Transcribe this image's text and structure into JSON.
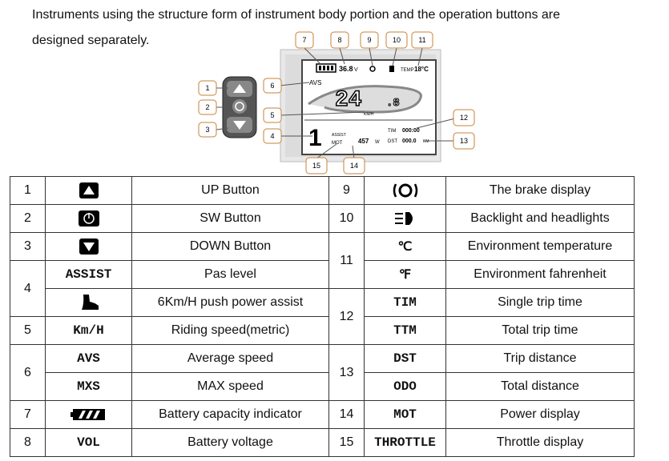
{
  "intro": {
    "line1": "Instruments using the structure form of instrument body portion and the operation buttons are",
    "line2": "designed separately."
  },
  "diagram": {
    "callouts": [
      "1",
      "2",
      "3",
      "4",
      "5",
      "6",
      "7",
      "8",
      "9",
      "10",
      "11",
      "12",
      "13",
      "14",
      "15"
    ],
    "lcd": {
      "battery_voltage": "36.8",
      "voltage_unit": "V",
      "temp_label": "TEMP",
      "temp_value": "18°C",
      "assist_label": "AVS",
      "speed": "24",
      "speed_decimal": ".8",
      "speed_unit": "KM/H",
      "pas_level": "1",
      "assist_small": "ASSIST",
      "mot_label": "MOT",
      "power_value": "457",
      "power_unit": "W",
      "tim_label": "TIM",
      "tim_value": "000:00",
      "dst_label": "DST",
      "dst_value": "000.0",
      "dst_unit": "KM"
    }
  },
  "table": {
    "rows": [
      {
        "left_num": "1",
        "left_symbol_icon": "up-button-icon",
        "left_desc": "UP Button",
        "right_num": "9",
        "right_symbol_icon": "brake-icon",
        "right_desc": "The brake display"
      },
      {
        "left_num": "2",
        "left_symbol_icon": "power-button-icon",
        "left_desc": "SW Button",
        "right_num": "10",
        "right_symbol_icon": "headlight-icon",
        "right_desc": "Backlight and headlights"
      },
      {
        "left_num": "3",
        "left_symbol_icon": "down-button-icon",
        "left_desc": "DOWN Button",
        "right_num": "11",
        "right_symbol": "℃",
        "right_desc": "Environment temperature"
      },
      {
        "left_num": "4",
        "left_symbol": "ASSIST",
        "left_desc": "Pas level",
        "right_symbol": "℉",
        "right_desc": "Environment fahrenheit"
      },
      {
        "left_symbol_icon": "boot-icon",
        "left_desc": "6Km/H push power assist",
        "right_num": "12",
        "right_symbol": "TIM",
        "right_desc": "Single trip time"
      },
      {
        "left_num": "5",
        "left_symbol": "Km/H",
        "left_desc": "Riding speed(metric)",
        "right_symbol": "TTM",
        "right_desc": "Total trip time"
      },
      {
        "left_num": "6",
        "left_symbol": "AVS",
        "left_desc": "Average speed",
        "right_num": "13",
        "right_symbol": "DST",
        "right_desc": "Trip distance"
      },
      {
        "left_symbol": "MXS",
        "left_desc": "MAX speed",
        "right_symbol": "ODO",
        "right_desc": "Total distance"
      },
      {
        "left_num": "7",
        "left_symbol_icon": "battery-icon",
        "left_desc": "Battery capacity indicator",
        "right_num": "14",
        "right_symbol": "MOT",
        "right_desc": "Power display"
      },
      {
        "left_num": "8",
        "left_symbol": "VOL",
        "left_desc": "Battery voltage",
        "right_num": "15",
        "right_symbol": "THROTTLE",
        "right_desc": "Throttle display"
      }
    ]
  }
}
